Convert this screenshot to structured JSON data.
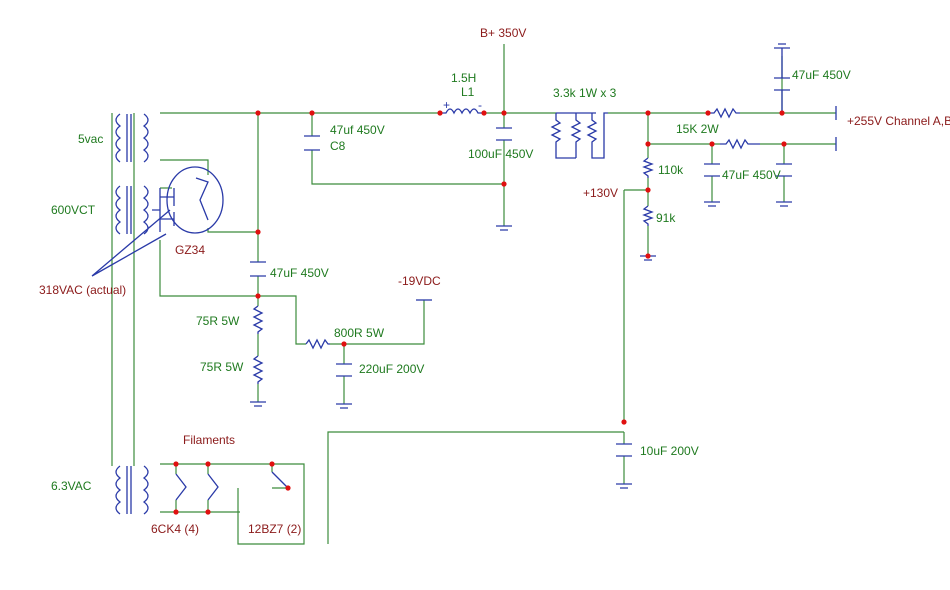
{
  "labels": {
    "bplus": "B+ 350V",
    "ind_value": "1.5H",
    "ind_name": "L1",
    "res3": "3.3k 1W x 3",
    "out_a": "+255V Channel A,B",
    "r15k": "15K 2W",
    "c47_top": "47uF 450V",
    "c47_mid": "47uF 450V",
    "c47uf": "47uf 450V",
    "c8": "C8",
    "c100": "100uF 450V",
    "r110k": "110k",
    "v130": "+130V",
    "r91k": "91k",
    "v5": "5vac",
    "v600": "600VCT",
    "gz34": "GZ34",
    "v318": "318VAC (actual)",
    "c47_neg": "47uF 450V",
    "vneg19": "-19VDC",
    "r75a": "75R  5W",
    "r800": "800R 5W",
    "c220": "220uF 200V",
    "r75b": "75R  5W",
    "filaments": "Filaments",
    "c10": "10uF 200V",
    "v63": "6.3VAC",
    "tube6ck4": "6CK4 (4)",
    "tube12bz7": "12BZ7 (2)",
    "plus": "+",
    "minus": "-"
  },
  "colors": {
    "wire": "#3c8c3c",
    "component": "#2a3aa8",
    "node": "#e01010",
    "value_label": "#1f7a1f",
    "name_label": "#8b1a1a"
  }
}
